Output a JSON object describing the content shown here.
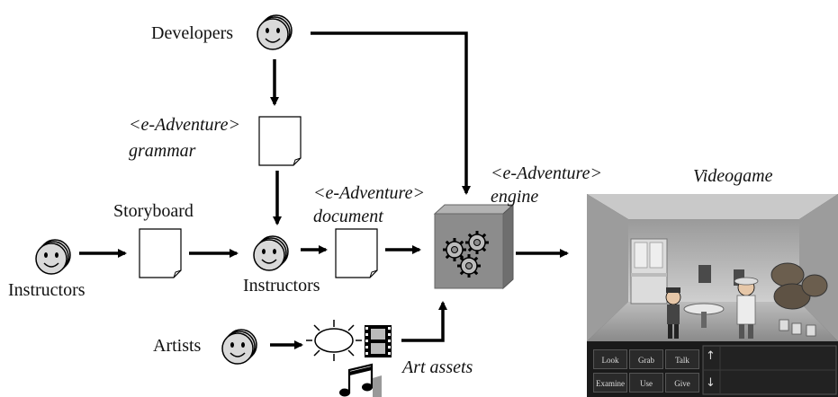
{
  "labels": {
    "developers": "Developers",
    "grammar_line1": "<e-Adventure>",
    "grammar_line2": "grammar",
    "storyboard": "Storyboard",
    "document_line1": "<e-Adventure>",
    "document_line2": "document",
    "engine_line1": "<e-Adventure>",
    "engine_line2": "engine",
    "videogame": "Videogame",
    "instructors_left": "Instructors",
    "instructors_mid": "Instructors",
    "artists": "Artists",
    "art_assets": "Art assets"
  },
  "game_buttons": [
    "Look",
    "Grab",
    "Talk",
    "Examine",
    "Use",
    "Give"
  ],
  "game_arrows": [
    "↑",
    "↓"
  ],
  "colors": {
    "arrow": "#000000",
    "face": "#d9d9d9",
    "engine_box": "#8c8c8c",
    "game_bg": "#a9a9a9"
  }
}
